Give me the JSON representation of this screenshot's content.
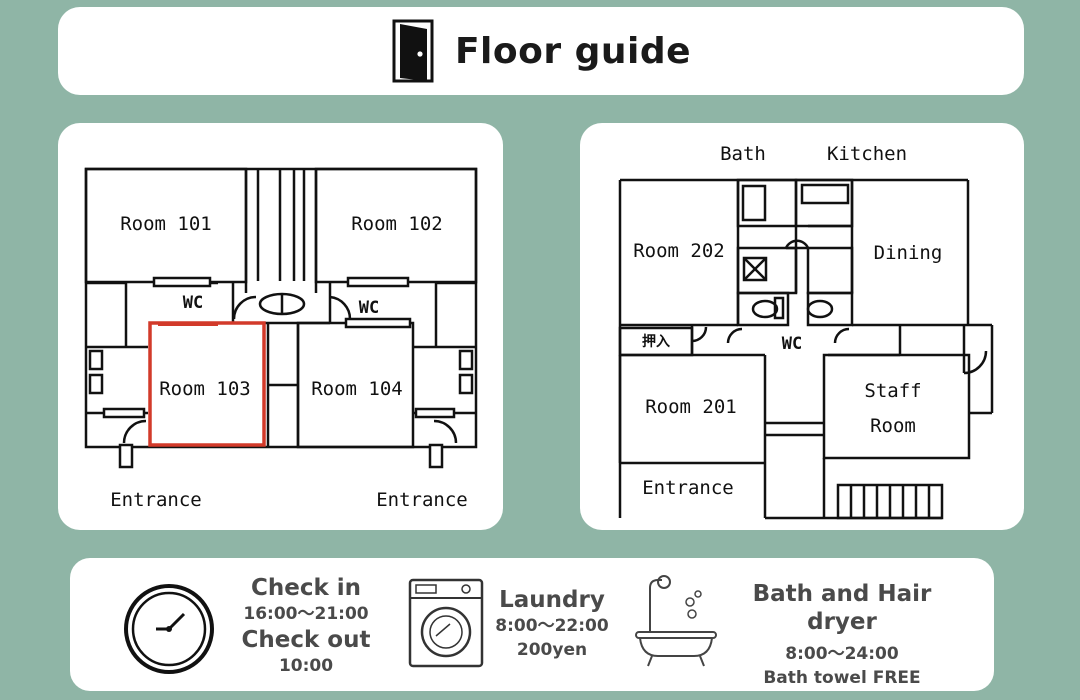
{
  "header": {
    "title": "Floor guide",
    "icon": "door-icon"
  },
  "plan_1f": {
    "rooms": {
      "r101": "Room 101",
      "r102": "Room 102",
      "r103": "Room 103",
      "r104": "Room 104"
    },
    "wc_left": "WC",
    "wc_right": "WC",
    "entrance_left": "Entrance",
    "entrance_right": "Entrance",
    "highlight_color": "#d23a2a"
  },
  "plan_2f": {
    "bath": "Bath",
    "kitchen": "Kitchen",
    "r202": "Room 202",
    "r201": "Room 201",
    "dining": "Dining",
    "wc": "WC",
    "closet": "押入",
    "staff_line1": "Staff",
    "staff_line2": "Room",
    "entrance": "Entrance"
  },
  "info": {
    "checkin_label": "Check in",
    "checkin_time": "16:00～21:00",
    "checkout_label": "Check out",
    "checkout_time": "10:00",
    "laundry_label": "Laundry",
    "laundry_time": "8:00～22:00",
    "laundry_price": "200yen",
    "bath_label": "Bath and Hair dryer",
    "bath_time": "8:00～24:00",
    "bath_note": "Bath towel FREE",
    "icons": [
      "clock-icon",
      "washing-machine-icon",
      "bathtub-icon"
    ]
  }
}
